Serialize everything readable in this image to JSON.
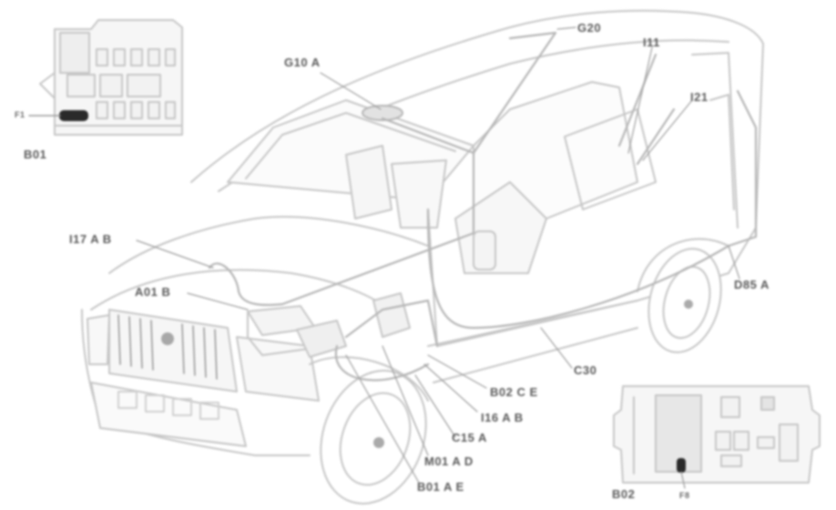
{
  "diagram": {
    "subject": "van component location diagram",
    "colors": {
      "line": "#c8c8c8",
      "harness": "#b8b8b8",
      "label": "#5a5a5a",
      "fill": "#efefef",
      "dark": "#2a2a2a"
    },
    "labels": {
      "b01_inset": "B01",
      "b01_pointer": "F1",
      "g10": "G10 A",
      "g20": "G20",
      "i11": "I11",
      "i21": "I21",
      "i17": "I17 A B",
      "a01": "A01 B",
      "d85": "D85 A",
      "c30": "C30",
      "b02_ce": "B02 C E",
      "i16": "I16 A B",
      "c15": "C15 A",
      "m01": "M01 A D",
      "b01_ae": "B01 A E",
      "b02_inset": "B02",
      "b02_pointer": "F8"
    }
  }
}
